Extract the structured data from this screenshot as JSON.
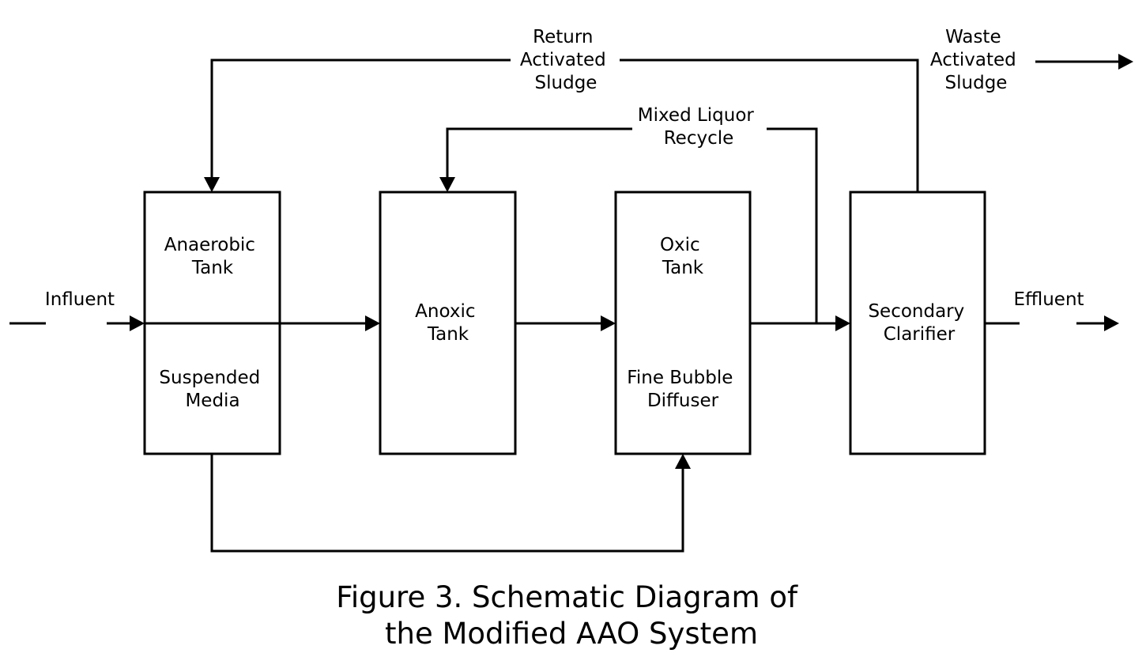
{
  "tanks": {
    "anaerobic": {
      "top": [
        "Anaerobic",
        "Tank"
      ],
      "bottom": [
        "Suspended",
        "Media"
      ]
    },
    "anoxic": {
      "label": [
        "Anoxic",
        "Tank"
      ]
    },
    "oxic": {
      "top": [
        "Oxic",
        "Tank"
      ],
      "bottom": [
        "Fine Bubble",
        "Diffuser"
      ]
    },
    "clarifier": {
      "label": [
        "Secondary",
        "Clarifier"
      ]
    }
  },
  "flows": {
    "influent": "Influent",
    "effluent": "Effluent",
    "return_sludge": [
      "Return",
      "Activated",
      "Sludge"
    ],
    "waste_sludge": [
      "Waste",
      "Activated",
      "Sludge"
    ],
    "mixed_liquor": [
      "Mixed Liquor",
      "Recycle"
    ]
  },
  "caption": [
    "Figure 3. Schematic Diagram of",
    "the Modified AAO System"
  ]
}
